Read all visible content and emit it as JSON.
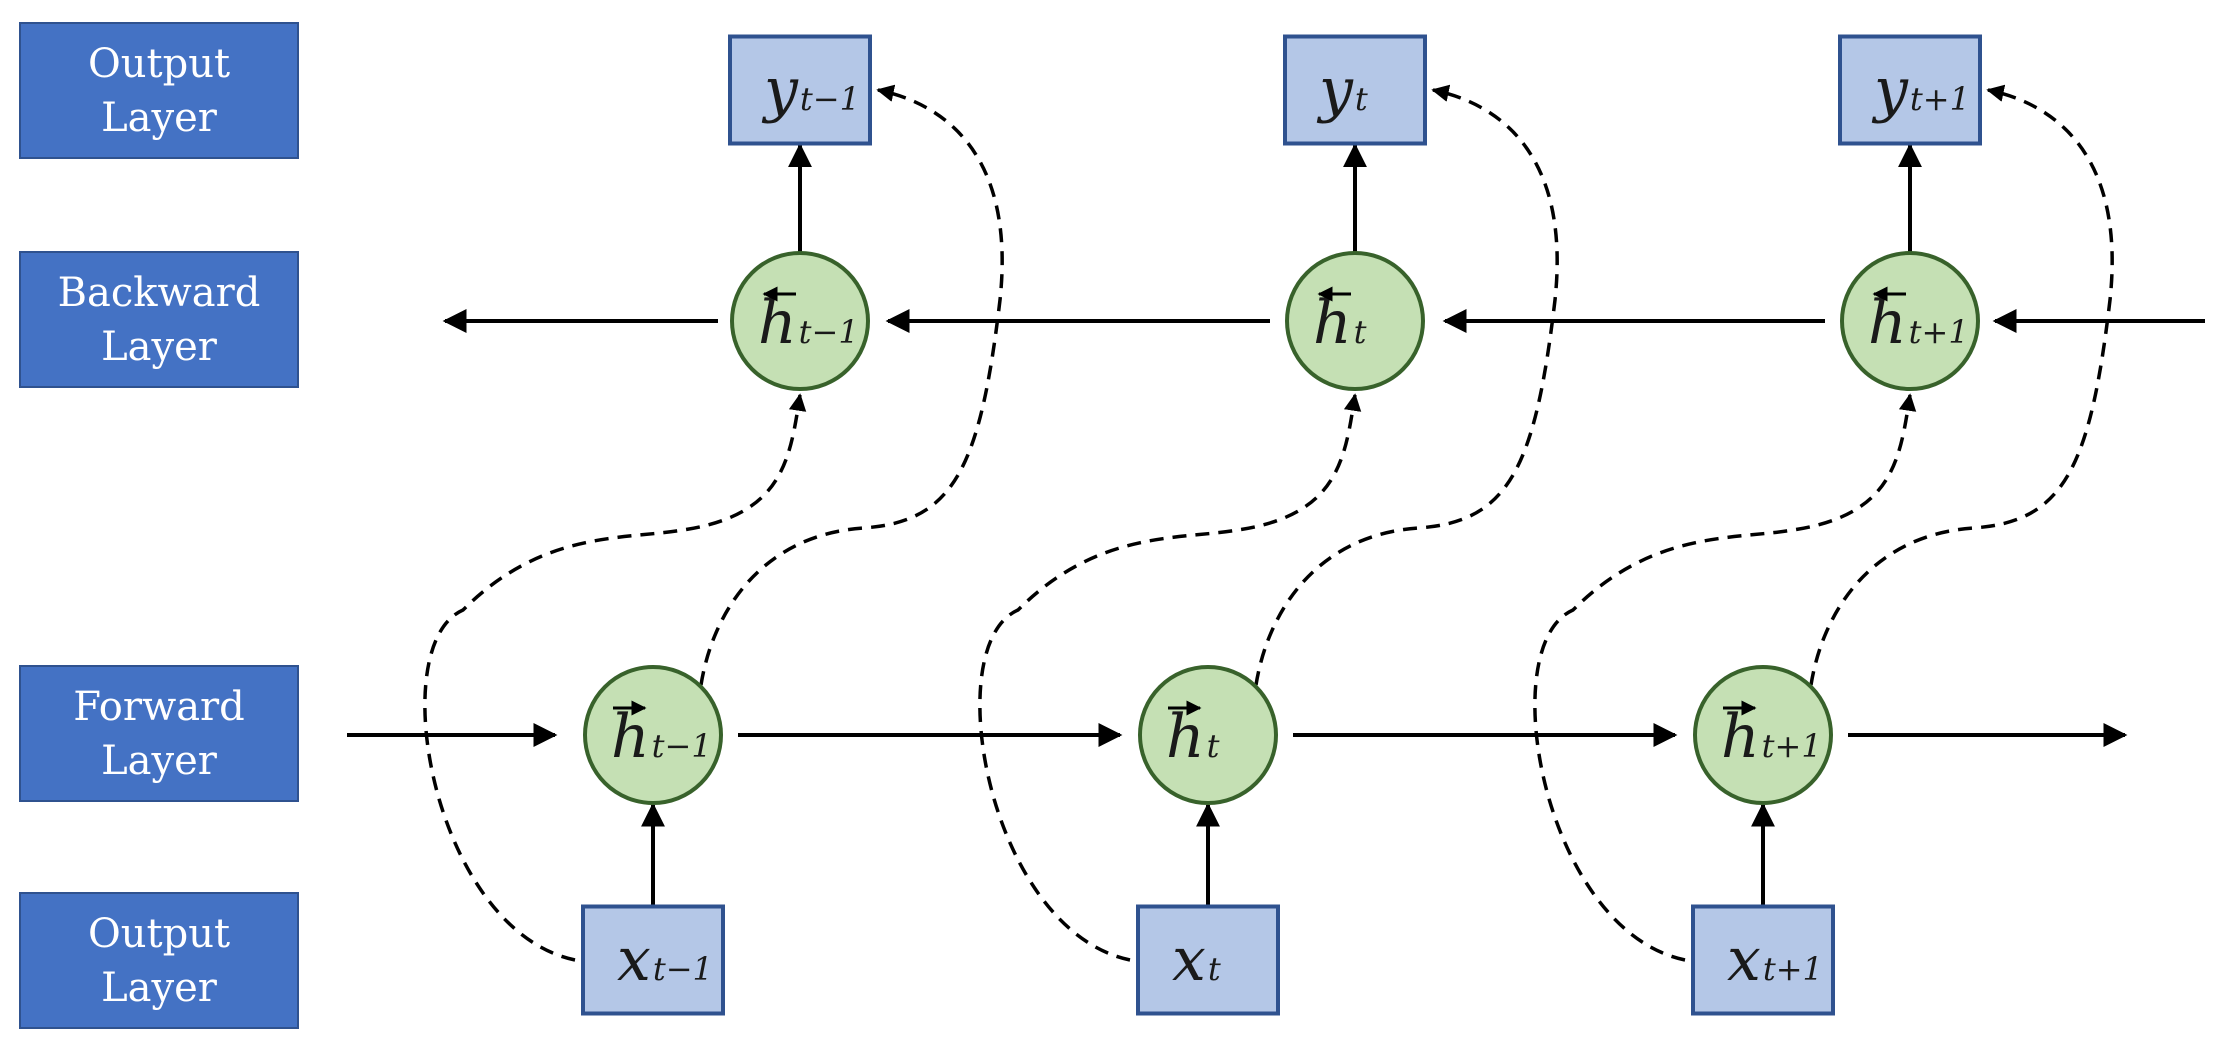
{
  "row_labels": [
    {
      "id": "output-top",
      "line1": "Output",
      "line2": "Layer"
    },
    {
      "id": "backward",
      "line1": "Backward",
      "line2": "Layer"
    },
    {
      "id": "forward",
      "line1": "Forward",
      "line2": "Layer"
    },
    {
      "id": "output-bottom",
      "line1": "Output",
      "line2": "Layer"
    }
  ],
  "steps": [
    {
      "sub": "t−1",
      "y": "y",
      "h_back": "h",
      "h_fwd": "h",
      "x": "x"
    },
    {
      "sub": "t",
      "y": "y",
      "h_back": "h",
      "h_fwd": "h",
      "x": "x"
    },
    {
      "sub": "t+1",
      "y": "y",
      "h_back": "h",
      "h_fwd": "h",
      "x": "x"
    }
  ],
  "colors": {
    "label_box_fill": "#4472c4",
    "label_box_text": "#ffffff",
    "io_box_fill": "#b4c7e7",
    "io_box_stroke": "#2f528f",
    "node_fill": "#c5e0b4",
    "node_stroke": "#38622b",
    "arrow": "#000000"
  }
}
